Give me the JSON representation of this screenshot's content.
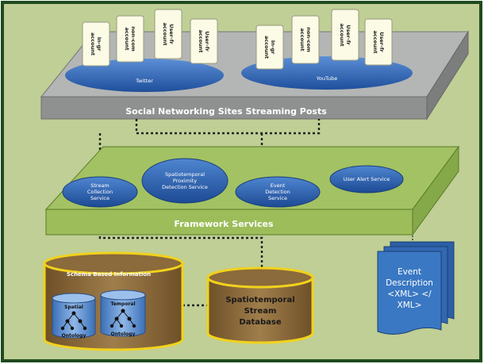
{
  "social_plane": {
    "title": "Social Networking Sites Streaming Posts",
    "twitter": {
      "label": "Twitter",
      "cards": [
        {
          "lines": [
            "In-gr",
            "account"
          ]
        },
        {
          "lines": [
            "non-com",
            "account"
          ]
        },
        {
          "lines": [
            "User-fr",
            "account"
          ]
        },
        {
          "lines": [
            "User-fr",
            "account"
          ]
        }
      ]
    },
    "youtube": {
      "label": "YouTube",
      "cards": [
        {
          "lines": [
            "In-gr",
            "account"
          ]
        },
        {
          "lines": [
            "non-com",
            "account"
          ]
        },
        {
          "lines": [
            "User-fr",
            "account"
          ]
        },
        {
          "lines": [
            "User-fr",
            "account"
          ]
        }
      ]
    }
  },
  "framework_plane": {
    "title": "Framework Services",
    "services": [
      {
        "lines": [
          "Stream",
          "Collection",
          "Service"
        ]
      },
      {
        "lines": [
          "Spatiotemporal",
          "Proximity",
          "Detection Service"
        ]
      },
      {
        "lines": [
          "Event",
          "Detection",
          "Service"
        ]
      },
      {
        "lines": [
          "User Alert Service"
        ]
      }
    ]
  },
  "schema_db": {
    "title": "Schema Based Information",
    "spatial": {
      "label": "Spatial",
      "caption": "Ontology"
    },
    "temporal": {
      "label": "Temporal",
      "caption": "Ontology"
    }
  },
  "stream_db": {
    "lines": [
      "Spatiotemporal",
      "Stream",
      "Database"
    ]
  },
  "event_doc": {
    "lines": [
      "Event",
      "Description",
      "<XML> </",
      "XML>"
    ]
  },
  "colors": {
    "background": "#bfcf95",
    "outer_border": "#1f4a1f",
    "plane_gray": "#a8aaa9",
    "plane_green": "#9cbd5a",
    "service_blue": "#2f68b6",
    "db_fill": "#8b6a3b",
    "db_border": "#f2d21c",
    "doc_blue": "#3a78c3",
    "card_fill": "#fbfbe6"
  }
}
